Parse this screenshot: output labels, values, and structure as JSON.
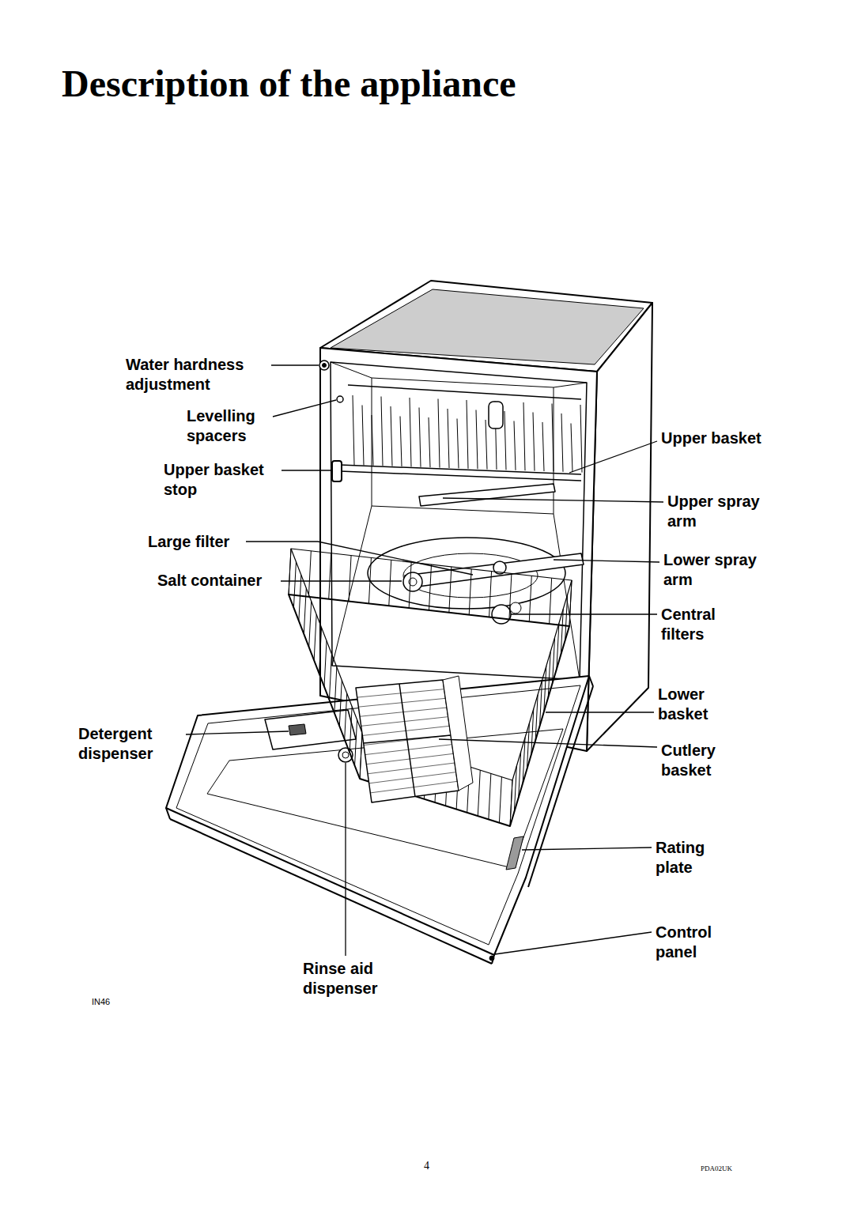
{
  "diagram": {
    "title": "Description of the appliance",
    "labels": [
      "Water hardness adjustment",
      "Levelling spacers",
      "Upper basket stop",
      "Large filter",
      "Salt container",
      "Detergent dispenser",
      "Upper basket",
      "Upper spray arm",
      "Lower spray arm",
      "Central filters",
      "Lower basket",
      "Cutlery basket",
      "Rating plate",
      "Control panel",
      "Rinse aid dispenser",
      "IN46",
      "4",
      "PDA02UK"
    ]
  }
}
